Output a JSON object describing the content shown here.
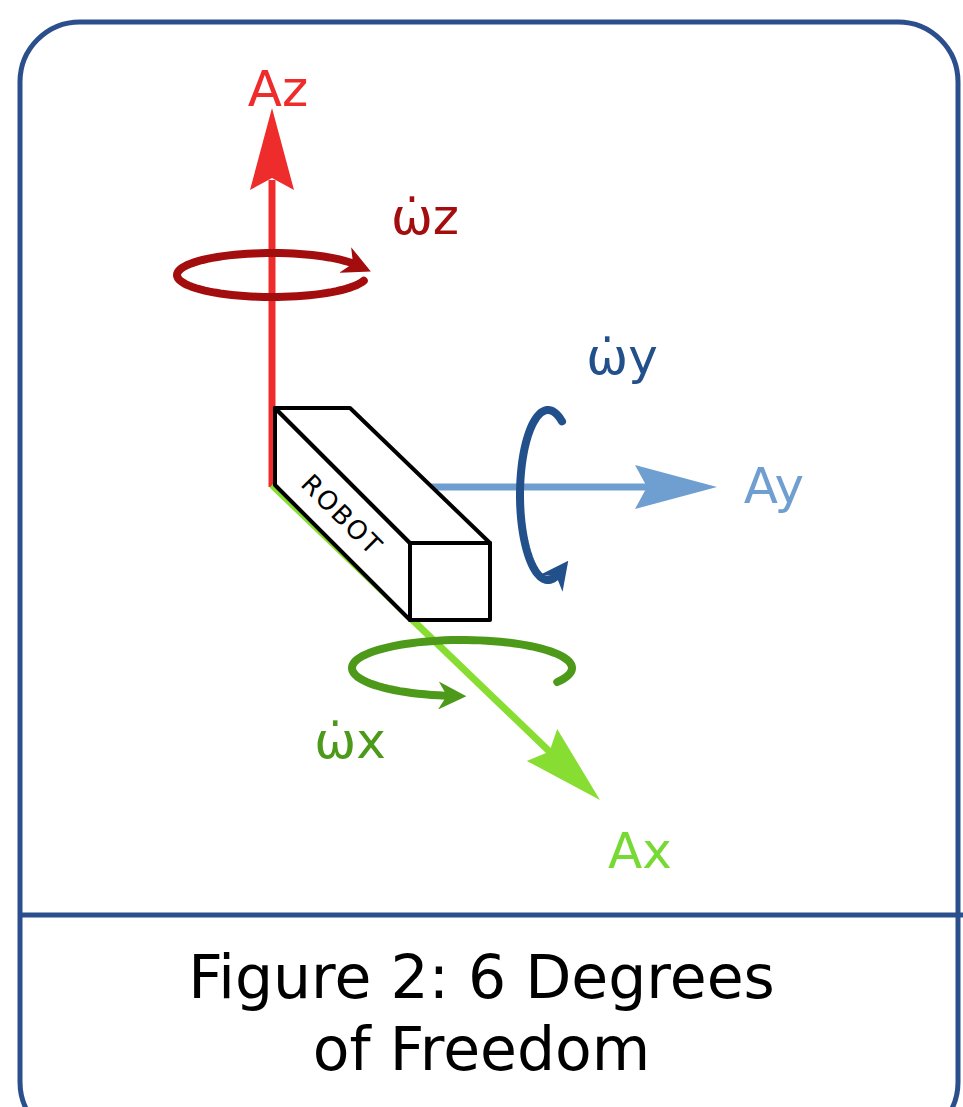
{
  "diagram": {
    "caption": "Figure 2: 6 Degrees of Freedom",
    "nodes": [
      {
        "text": [
          "ROBOT"
        ]
      }
    ],
    "labels": [
      "Az",
      "ω̇z",
      "ω̇y",
      "Ay",
      "ω̇x",
      "Ax"
    ]
  }
}
